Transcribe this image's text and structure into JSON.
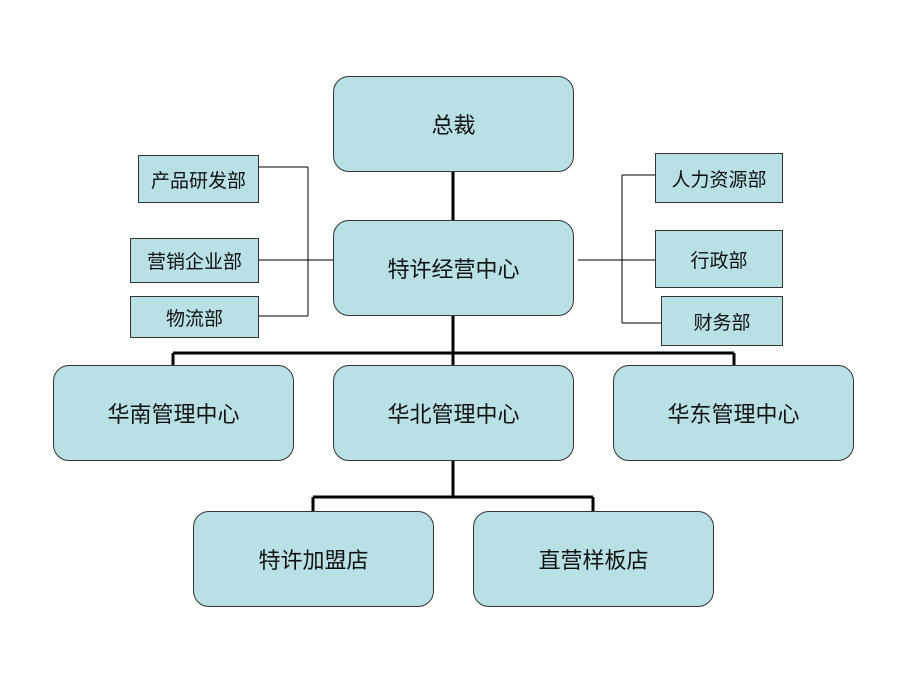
{
  "org_chart": {
    "ceo": "总裁",
    "center": "特许经营中心",
    "left_departments": [
      "产品研发部",
      "营销企业部",
      "物流部"
    ],
    "right_departments": [
      "人力资源部",
      "行政部",
      "财务部"
    ],
    "regional_centers": [
      "华南管理中心",
      "华北管理中心",
      "华东管理中心"
    ],
    "stores": [
      "特许加盟店",
      "直营样板店"
    ]
  },
  "colors": {
    "node_fill": "#b9e0e5",
    "border": "#333333",
    "connector": "#000000"
  }
}
